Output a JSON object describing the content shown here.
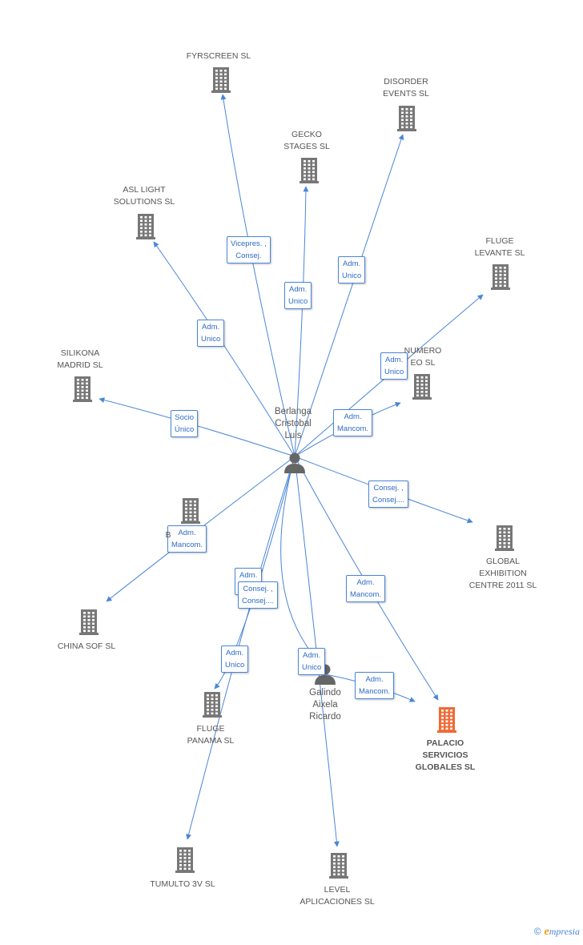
{
  "colors": {
    "edge": "#4a86d8",
    "company": "#777777",
    "highlight": "#f06a35",
    "person": "#666666"
  },
  "people": [
    {
      "id": "berlanga",
      "label": "Berlanga\nCristobal\nLuis"
    },
    {
      "id": "galindo",
      "label": "Galindo\nAixela\nRicardo"
    }
  ],
  "companies": [
    {
      "id": "fyrscreen",
      "label": "FYRSCREEN  SL"
    },
    {
      "id": "disorder",
      "label": "DISORDER\nEVENTS  SL"
    },
    {
      "id": "gecko",
      "label": "GECKO\nSTAGES SL"
    },
    {
      "id": "asl",
      "label": "ASL LIGHT\nSOLUTIONS SL"
    },
    {
      "id": "fluge_levante",
      "label": "FLUGE\nLEVANTE  SL"
    },
    {
      "id": "silikona",
      "label": "SILIKONA\nMADRID SL"
    },
    {
      "id": "numero",
      "label": "NUMERO\nEO  SL"
    },
    {
      "id": "global",
      "label": "GLOBAL\nEXHIBITION\nCENTRE 2011 SL"
    },
    {
      "id": "b_company",
      "label": "B"
    },
    {
      "id": "china",
      "label": "CHINA SOF SL"
    },
    {
      "id": "fluge_panama",
      "label": "FLUGE\nPANAMA  SL"
    },
    {
      "id": "palacio",
      "label": "PALACIO\nSERVICIOS\nGLOBALES SL",
      "highlight": true
    },
    {
      "id": "tumulto",
      "label": "TUMULTO 3V  SL"
    },
    {
      "id": "level",
      "label": "LEVEL\nAPLICACIONES SL"
    }
  ],
  "edges": [
    {
      "from": "berlanga",
      "to": "fyrscreen",
      "label": "Vicepres. ,\nConsej."
    },
    {
      "from": "berlanga",
      "to": "gecko",
      "label": "Adm.\nUnico"
    },
    {
      "from": "berlanga",
      "to": "disorder",
      "label": "Adm.\nUnico"
    },
    {
      "from": "berlanga",
      "to": "asl",
      "label": "Adm.\nUnico"
    },
    {
      "from": "berlanga",
      "to": "fluge_levante",
      "label": "Adm.\nUnico"
    },
    {
      "from": "berlanga",
      "to": "silikona",
      "label": "Socio\nÚnico"
    },
    {
      "from": "berlanga",
      "to": "numero",
      "label": "Adm.\nMancom."
    },
    {
      "from": "berlanga",
      "to": "global",
      "label": "Consej. ,\nConsej...."
    },
    {
      "from": "berlanga",
      "to": "china",
      "label": "Adm.\nMancom."
    },
    {
      "from": "berlanga",
      "to": "palacio",
      "label": "Adm.\nMancom."
    },
    {
      "from": "berlanga",
      "to": "fluge_panama",
      "label": "Adm.\nUnico"
    },
    {
      "from": "berlanga",
      "to": "tumulto",
      "label": "Adm.\nUnico"
    },
    {
      "from": "berlanga",
      "to": "level",
      "label": "Adm.\nUnico"
    },
    {
      "from": "berlanga",
      "to": "galindo",
      "label": "Consej. ,\nConsej...."
    },
    {
      "from": "galindo",
      "to": "palacio",
      "label": "Adm.\nMancom."
    }
  ],
  "brand": {
    "copyright": "©",
    "initial": "e",
    "name": "mpresia"
  }
}
